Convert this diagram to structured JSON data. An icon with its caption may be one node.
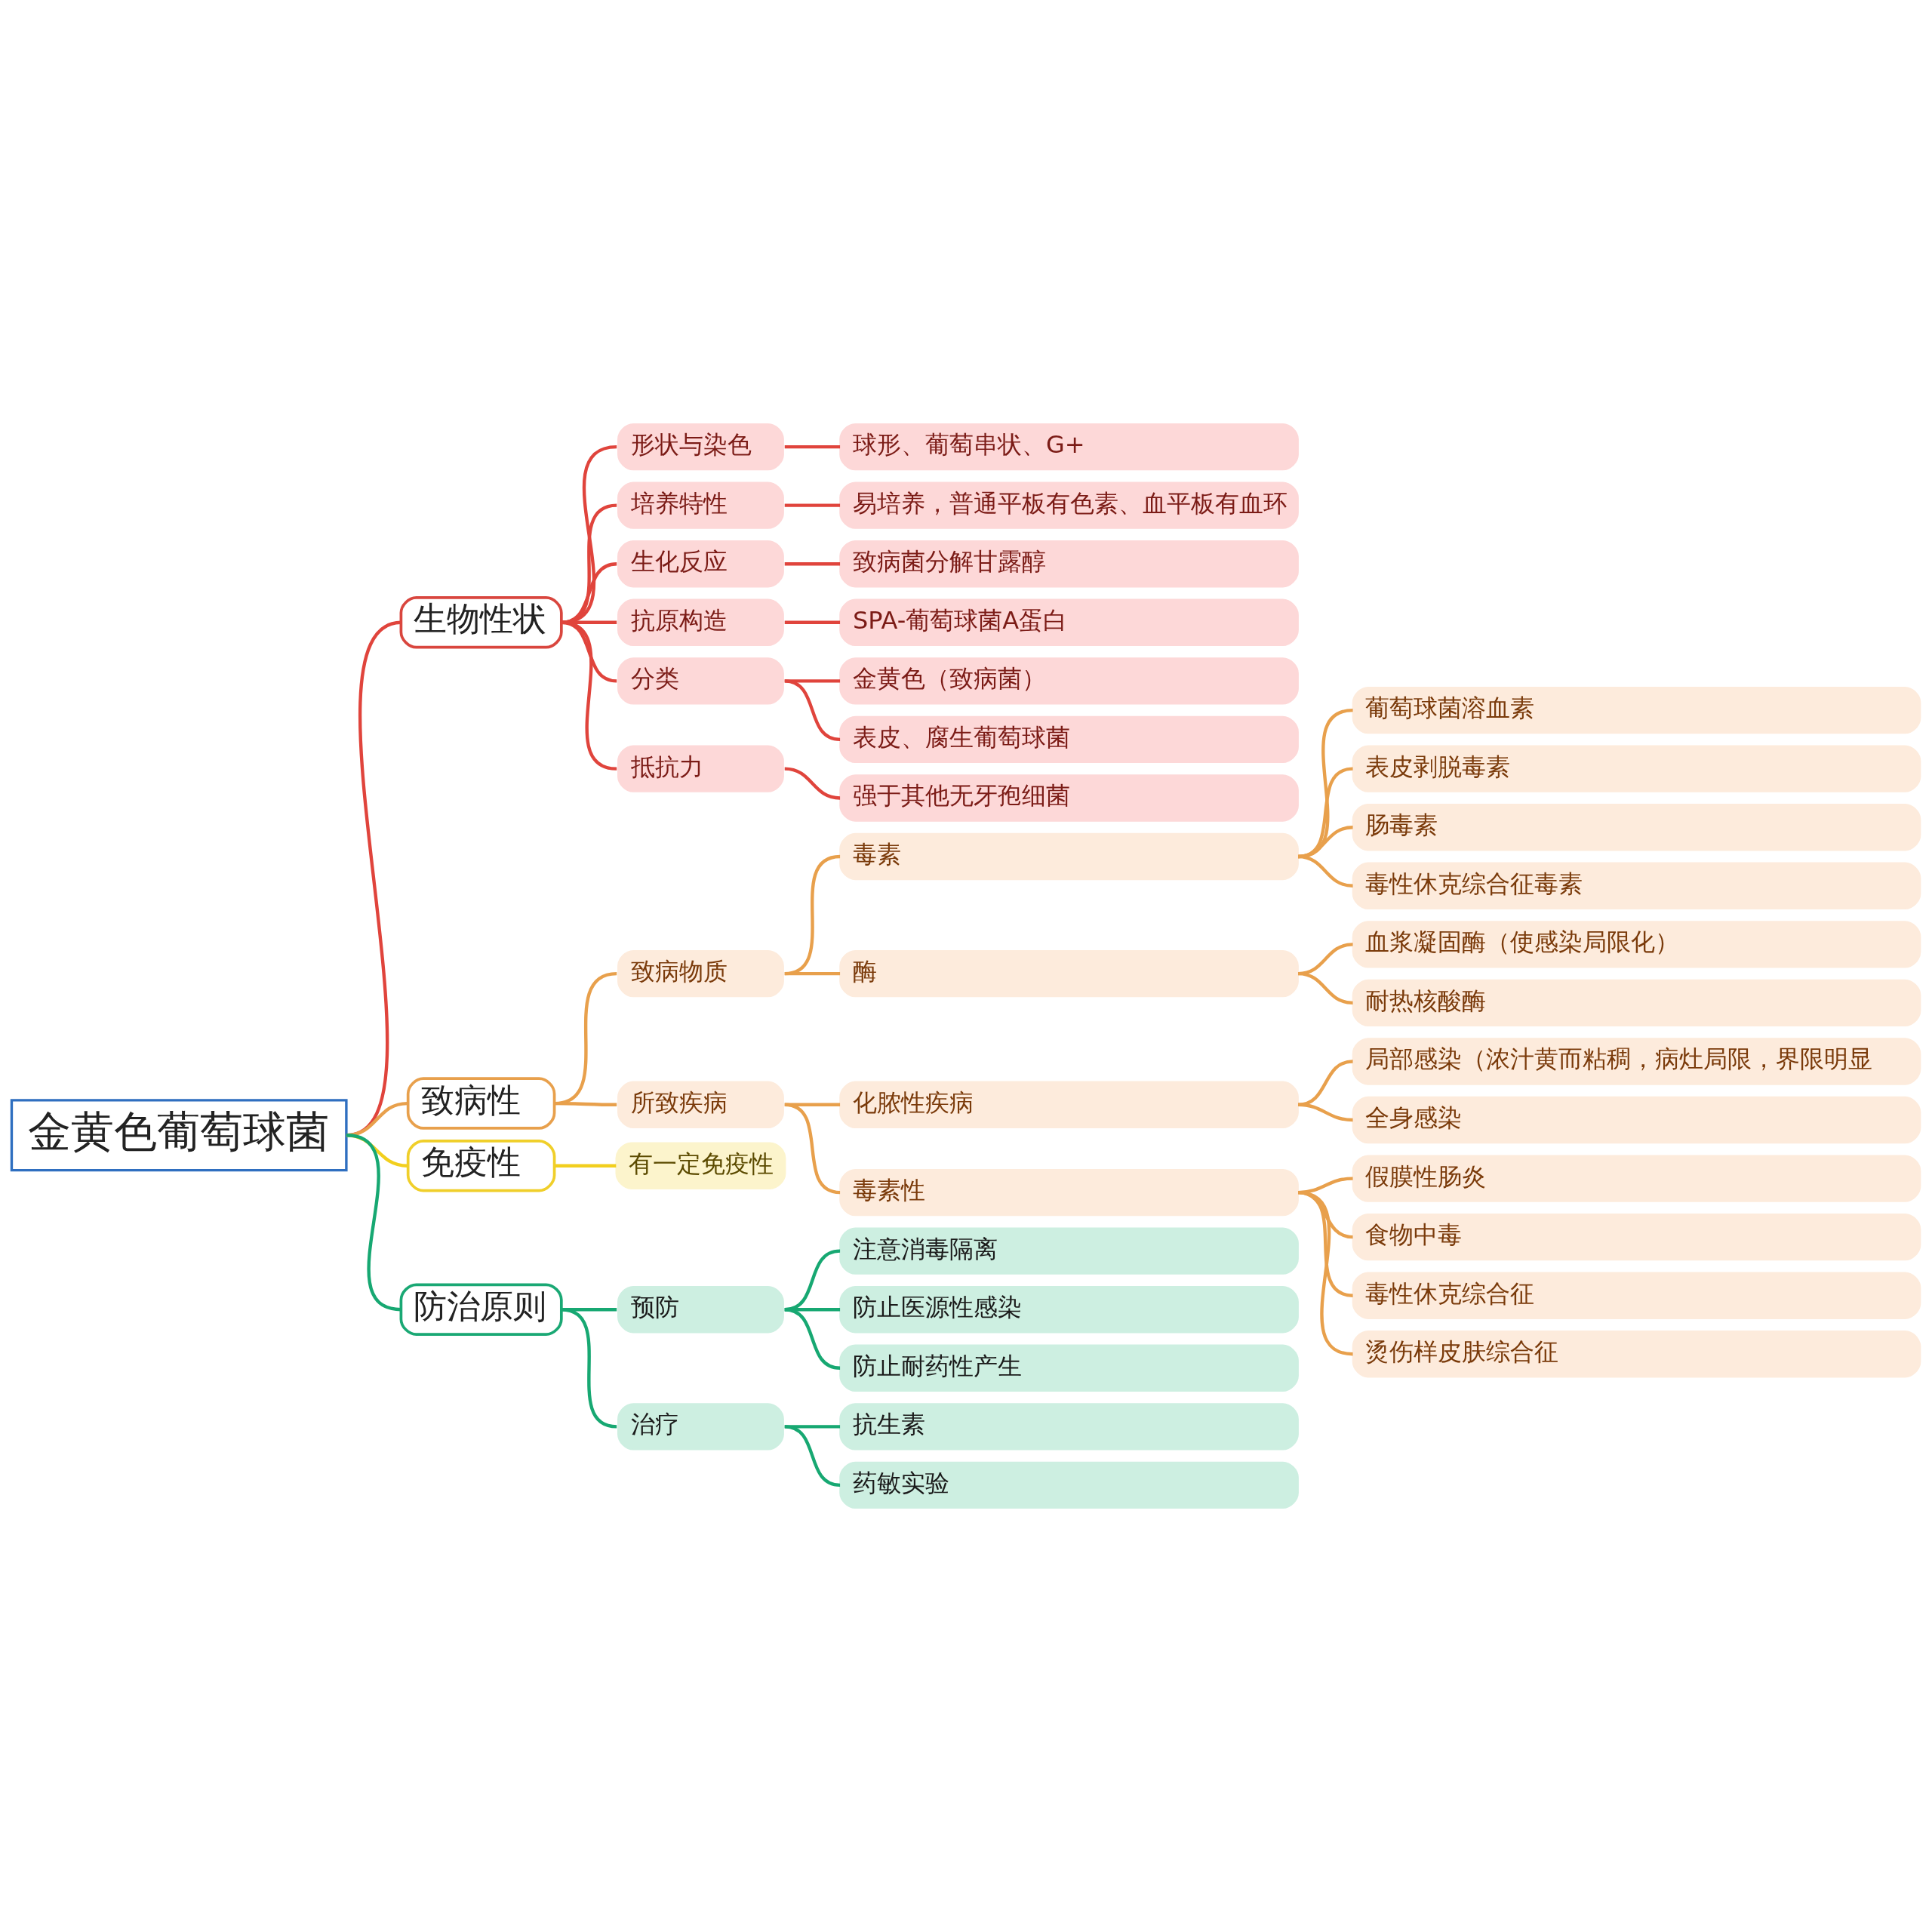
{
  "diagram": {
    "nodes": [
      {
        "text": [
          "金黄色葡萄球菌"
        ]
      },
      {
        "text": [
          "生物性状"
        ]
      },
      {
        "text": [
          "形状与染色"
        ]
      },
      {
        "text": [
          "球形、葡萄串状、G+"
        ]
      },
      {
        "text": [
          "培养特性"
        ]
      },
      {
        "text": [
          "易培养，普通平板有色素、血平板有血环"
        ]
      },
      {
        "text": [
          "生化反应"
        ]
      },
      {
        "text": [
          "致病菌分解甘露醇"
        ]
      },
      {
        "text": [
          "抗原构造"
        ]
      },
      {
        "text": [
          "SPA-葡萄球菌A蛋白"
        ]
      },
      {
        "text": [
          "分类"
        ]
      },
      {
        "text": [
          "金黄色（致病菌）"
        ]
      },
      {
        "text": [
          "表皮、腐生葡萄球菌"
        ]
      },
      {
        "text": [
          "抵抗力"
        ]
      },
      {
        "text": [
          "强于其他无牙孢细菌"
        ]
      },
      {
        "text": [
          "致病性"
        ]
      },
      {
        "text": [
          "致病物质"
        ]
      },
      {
        "text": [
          "毒素"
        ]
      },
      {
        "text": [
          "葡萄球菌溶血素"
        ]
      },
      {
        "text": [
          "表皮剥脱毒素"
        ]
      },
      {
        "text": [
          "肠毒素"
        ]
      },
      {
        "text": [
          "毒性休克综合征毒素"
        ]
      },
      {
        "text": [
          "酶"
        ]
      },
      {
        "text": [
          "血浆凝固酶（使感染局限化）"
        ]
      },
      {
        "text": [
          "耐热核酸酶"
        ]
      },
      {
        "text": [
          "所致疾病"
        ]
      },
      {
        "text": [
          "化脓性疾病"
        ]
      },
      {
        "text": [
          "局部感染（浓汁黄而粘稠，病灶局限，界限明显"
        ]
      },
      {
        "text": [
          "全身感染"
        ]
      },
      {
        "text": [
          "毒素性"
        ]
      },
      {
        "text": [
          "假膜性肠炎"
        ]
      },
      {
        "text": [
          "食物中毒"
        ]
      },
      {
        "text": [
          "毒性休克综合征"
        ]
      },
      {
        "text": [
          "烫伤样皮肤综合征"
        ]
      },
      {
        "text": [
          "免疫性"
        ]
      },
      {
        "text": [
          "有一定免疫性"
        ]
      },
      {
        "text": [
          "防治原则"
        ]
      },
      {
        "text": [
          "预防"
        ]
      },
      {
        "text": [
          "注意消毒隔离"
        ]
      },
      {
        "text": [
          "防止医源性感染"
        ]
      },
      {
        "text": [
          "防止耐药性产生"
        ]
      },
      {
        "text": [
          "治疗"
        ]
      },
      {
        "text": [
          "抗生素"
        ]
      },
      {
        "text": [
          "药敏实验"
        ]
      }
    ],
    "edges": [
      {
        "from": 0,
        "to": 1,
        "arrow": "none",
        "color": "#e0443c"
      },
      {
        "from": 1,
        "to": 2,
        "arrow": "none",
        "color": "#e0443c"
      },
      {
        "from": 2,
        "to": 3,
        "arrow": "none",
        "color": "#e0443c"
      },
      {
        "from": 1,
        "to": 4,
        "arrow": "none",
        "color": "#e0443c"
      },
      {
        "from": 4,
        "to": 5,
        "arrow": "none",
        "color": "#e0443c"
      },
      {
        "from": 1,
        "to": 6,
        "arrow": "none",
        "color": "#e0443c"
      },
      {
        "from": 6,
        "to": 7,
        "arrow": "none",
        "color": "#e0443c"
      },
      {
        "from": 1,
        "to": 8,
        "arrow": "none",
        "color": "#e0443c"
      },
      {
        "from": 8,
        "to": 9,
        "arrow": "none",
        "color": "#e0443c"
      },
      {
        "from": 1,
        "to": 10,
        "arrow": "none",
        "color": "#e0443c"
      },
      {
        "from": 10,
        "to": 11,
        "arrow": "none",
        "color": "#e0443c"
      },
      {
        "from": 10,
        "to": 12,
        "arrow": "none",
        "color": "#e0443c"
      },
      {
        "from": 1,
        "to": 13,
        "arrow": "none",
        "color": "#e0443c"
      },
      {
        "from": 13,
        "to": 14,
        "arrow": "none",
        "color": "#e0443c"
      },
      {
        "from": 0,
        "to": 15,
        "arrow": "none"
      },
      {
        "from": 15,
        "to": 16,
        "arrow": "none"
      },
      {
        "from": 16,
        "to": 17,
        "arrow": "none"
      },
      {
        "from": 17,
        "to": 18,
        "arrow": "none"
      },
      {
        "from": 17,
        "to": 19,
        "arrow": "none"
      },
      {
        "from": 17,
        "to": 20,
        "arrow": "none"
      },
      {
        "from": 17,
        "to": 21,
        "arrow": "none"
      },
      {
        "from": 16,
        "to": 22,
        "arrow": "none"
      },
      {
        "from": 22,
        "to": 23,
        "arrow": "none"
      },
      {
        "from": 22,
        "to": 24,
        "arrow": "none"
      },
      {
        "from": 15,
        "to": 25,
        "arrow": "none"
      },
      {
        "from": 25,
        "to": 26,
        "arrow": "none"
      },
      {
        "from": 26,
        "to": 27,
        "arrow": "none"
      },
      {
        "from": 26,
        "to": 28,
        "arrow": "none"
      },
      {
        "from": 25,
        "to": 29,
        "arrow": "none"
      },
      {
        "from": 29,
        "to": 30,
        "arrow": "none"
      },
      {
        "from": 29,
        "to": 31,
        "arrow": "none"
      },
      {
        "from": 29,
        "to": 32,
        "arrow": "none"
      },
      {
        "from": 29,
        "to": 33,
        "arrow": "none"
      },
      {
        "from": 0,
        "to": 34,
        "arrow": "none",
        "color": "#f2cf1e"
      },
      {
        "from": 34,
        "to": 35,
        "arrow": "none",
        "color": "#f2cf1e"
      },
      {
        "from": 0,
        "to": 36,
        "arrow": "none",
        "color": "#17a872"
      },
      {
        "from": 36,
        "to": 37,
        "arrow": "none",
        "color": "#17a872"
      },
      {
        "from": 37,
        "to": 38,
        "arrow": "none",
        "color": "#17a872"
      },
      {
        "from": 37,
        "to": 39,
        "arrow": "none",
        "color": "#17a872"
      },
      {
        "from": 37,
        "to": 40,
        "arrow": "none",
        "color": "#17a872"
      },
      {
        "from": 36,
        "to": 41,
        "arrow": "none",
        "color": "#17a872"
      },
      {
        "from": 41,
        "to": 42,
        "arrow": "none",
        "color": "#17a872"
      },
      {
        "from": 41,
        "to": 43,
        "arrow": "none",
        "color": "#17a872"
      }
    ]
  }
}
